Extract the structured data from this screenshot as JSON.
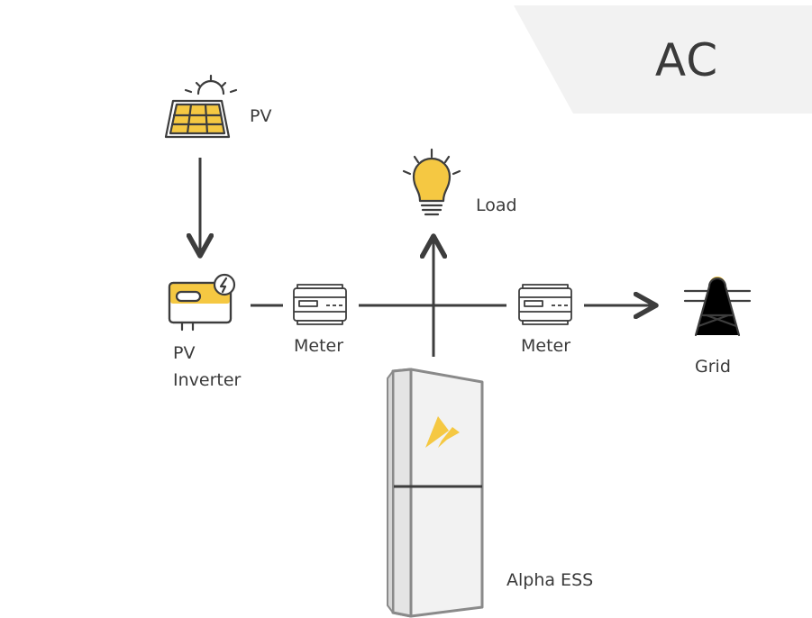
{
  "header": {
    "tag": "AC"
  },
  "nodes": {
    "pv": {
      "label": "PV",
      "icon": "solar-panel-icon"
    },
    "pv_inverter": {
      "label_line1": "PV",
      "label_line2": "Inverter",
      "icon": "inverter-icon"
    },
    "meter_left": {
      "label": "Meter",
      "icon": "meter-icon"
    },
    "meter_right": {
      "label": "Meter",
      "icon": "meter-icon"
    },
    "load": {
      "label": "Load",
      "icon": "light-bulb-icon"
    },
    "grid": {
      "label": "Grid",
      "icon": "power-tower-icon"
    },
    "ess": {
      "label": "Alpha ESS",
      "icon": "battery-cabinet-icon"
    }
  },
  "colors": {
    "accent": "#f5c842",
    "line": "#3d3d3d",
    "tag_bg": "#f2f2f2",
    "text": "#3a3a3a"
  }
}
